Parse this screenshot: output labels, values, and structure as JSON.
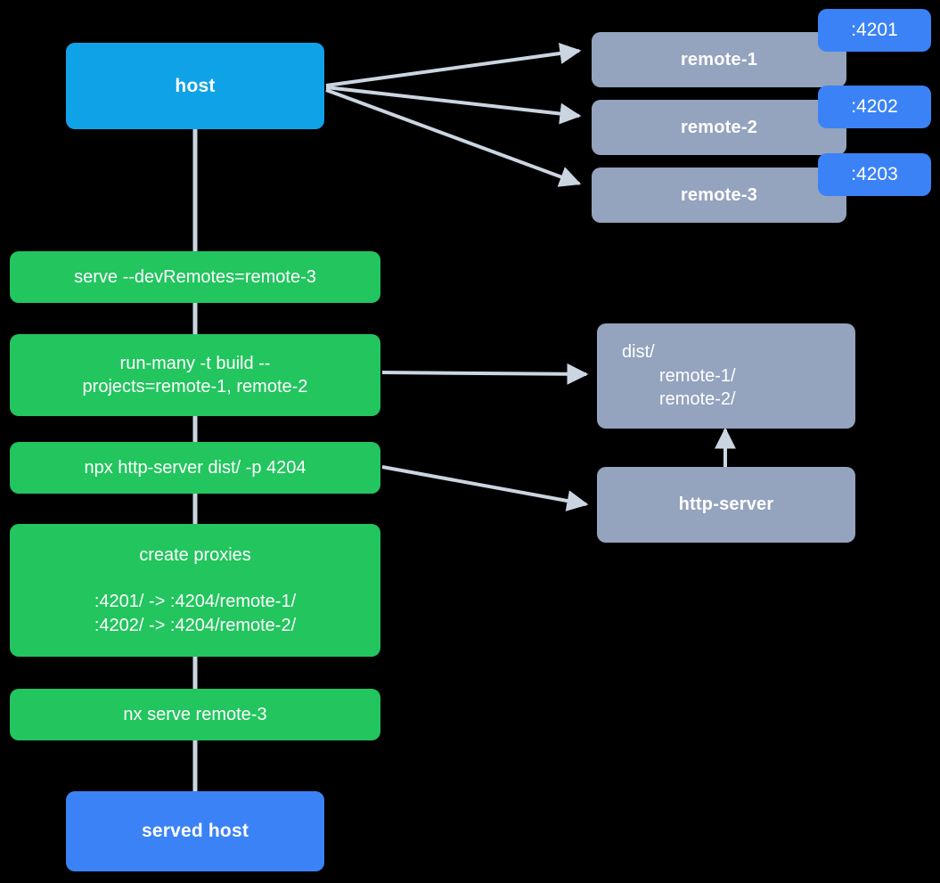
{
  "diagram": {
    "title": "nx module federation host and remotes serve flow",
    "background_color": "#000000",
    "edge_color": "#CBD5E1",
    "colors": {
      "host": "#0FA2E7",
      "served_host": "#3B82F6",
      "remote": "#94A3BE",
      "command": "#22C55E",
      "port_badge": "#3B82F6",
      "text": "#FFFFFF"
    }
  },
  "nodes": {
    "host": {
      "label": "host"
    },
    "served_host": {
      "label": "served host"
    },
    "remotes": [
      {
        "label": "remote-1",
        "port": ":4201"
      },
      {
        "label": "remote-2",
        "port": ":4202"
      },
      {
        "label": "remote-3",
        "port": ":4203"
      }
    ],
    "commands": [
      {
        "label": "serve --devRemotes=remote-3"
      },
      {
        "label_line1": "run-many -t build --",
        "label_line2": "projects=remote-1, remote-2"
      },
      {
        "label": "npx http-server dist/ -p 4204"
      },
      {
        "title": "create proxies",
        "proxy_rules": [
          ":4201/ -> :4204/remote-1/",
          ":4202/ -> :4204/remote-2/"
        ]
      },
      {
        "label": "nx serve remote-3"
      }
    ],
    "dist": {
      "root": "dist/",
      "children": [
        "remote-1/",
        "remote-2/"
      ]
    },
    "http_server": {
      "label": "http-server"
    }
  },
  "edges": [
    {
      "from": "host",
      "to": "remote-1"
    },
    {
      "from": "host",
      "to": "remote-2"
    },
    {
      "from": "host",
      "to": "remote-3"
    },
    {
      "from": "host",
      "to": "serve --devRemotes=remote-3"
    },
    {
      "from": "serve --devRemotes=remote-3",
      "to": "run-many -t build --projects=remote-1, remote-2"
    },
    {
      "from": "run-many -t build --projects=remote-1, remote-2",
      "to": "dist/"
    },
    {
      "from": "run-many -t build --projects=remote-1, remote-2",
      "to": "npx http-server dist/ -p 4204"
    },
    {
      "from": "npx http-server dist/ -p 4204",
      "to": "http-server"
    },
    {
      "from": "http-server",
      "to": "dist/"
    },
    {
      "from": "npx http-server dist/ -p 4204",
      "to": "create proxies"
    },
    {
      "from": "create proxies",
      "to": "nx serve remote-3"
    },
    {
      "from": "nx serve remote-3",
      "to": "served host"
    }
  ]
}
